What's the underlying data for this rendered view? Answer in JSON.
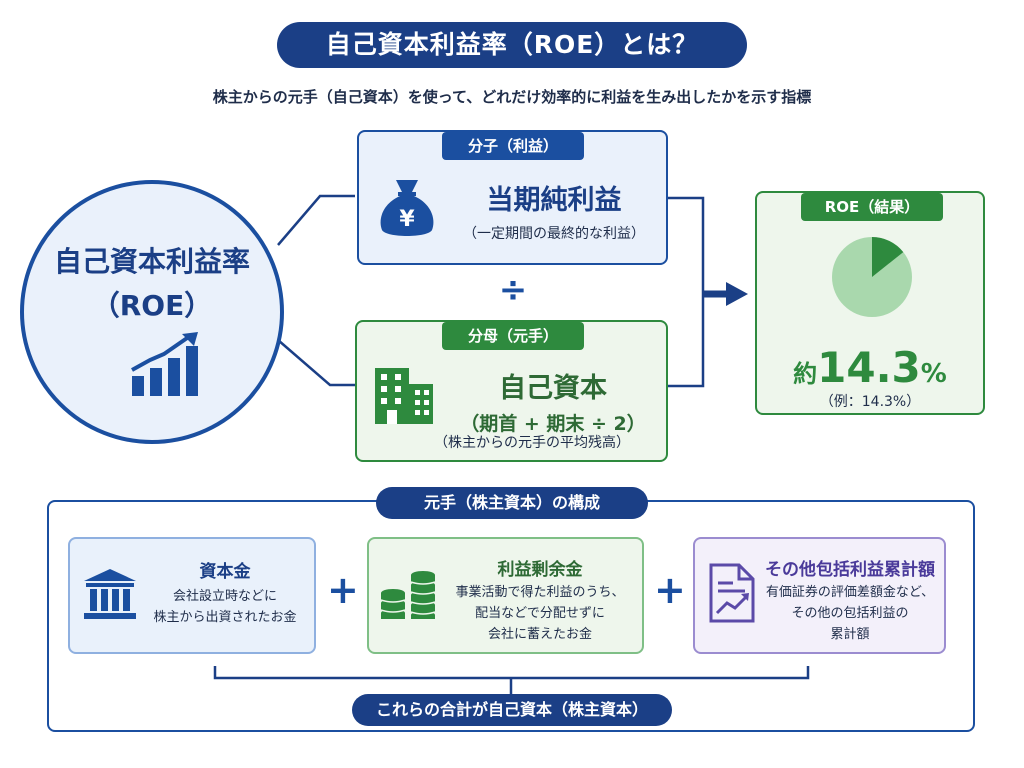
{
  "title": "自己資本利益率（ROE）とは？",
  "subtitle": "株主からの元手（自己資本）を使って、どれだけ効率的に利益を生み出したかを示す指標",
  "main_circle": {
    "title": "自己資本利益率",
    "sub": "（ROE）",
    "icon": "growth-chart-icon"
  },
  "numerator": {
    "tag": "分子（利益）",
    "title": "当期純利益",
    "note": "（一定期間の最終的な利益）",
    "icon": "money-bag-yen-icon"
  },
  "operator": "÷",
  "denominator": {
    "tag": "分母（元手）",
    "title": "自己資本",
    "formula": "（期首 + 期末 ÷ 2）",
    "note": "（株主からの元手の平均残高）",
    "icon": "building-icon"
  },
  "result": {
    "tag": "ROE（結果）",
    "prefix": "約",
    "value": "14.3",
    "percent": "%",
    "example": "（例：14.3%）",
    "pie_fraction": 0.143
  },
  "composition": {
    "heading": "元手（株主資本）の構成",
    "footer": "これらの合計が自己資本（株主資本）",
    "plus": "+",
    "items": [
      {
        "title": "資本金",
        "desc1": "会社設立時などに",
        "desc2": "株主から出資されたお金",
        "desc3": "",
        "icon": "bank-building-icon"
      },
      {
        "title": "利益剰余金",
        "desc1": "事業活動で得た利益のうち、",
        "desc2": "配当などで分配せずに",
        "desc3": "会社に蓄えたお金",
        "icon": "coin-stacks-icon"
      },
      {
        "title": "その他包括利益累計額",
        "desc1": "有価証券の評価差額金など、",
        "desc2": "その他の包括利益の",
        "desc3": "累計額",
        "icon": "document-chart-icon"
      }
    ]
  },
  "colors": {
    "navy": "#1b3f86",
    "blue": "#1b4fa0",
    "green": "#2e8a3e",
    "light_green": "#a9d8ad",
    "purple": "#5b4aa8"
  }
}
